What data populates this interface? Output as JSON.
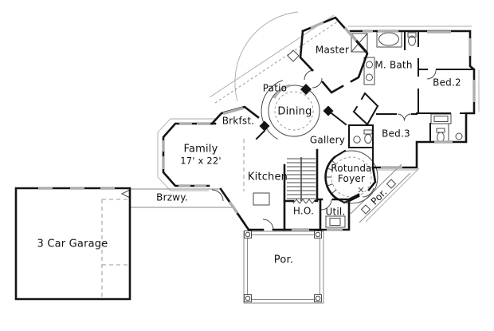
{
  "plan": {
    "rooms": {
      "master": {
        "label": "Master"
      },
      "m_bath": {
        "label": "M. Bath"
      },
      "bed2": {
        "label": "Bed.2"
      },
      "bed3": {
        "label": "Bed.3"
      },
      "patio": {
        "label": "Patio"
      },
      "dining": {
        "label": "Dining"
      },
      "brkfst": {
        "label": "Brkfst."
      },
      "gallery": {
        "label": "Gallery"
      },
      "family": {
        "label": "Family",
        "dimensions": "17' x 22'"
      },
      "kitchen": {
        "label": "Kitchen"
      },
      "rotunda_foyer": {
        "line1": "Rotunda",
        "line2": "Foyer"
      },
      "porch_front": {
        "label": "Por."
      },
      "porch_rear": {
        "label": "Por."
      },
      "breezeway": {
        "label": "Brzwy."
      },
      "home_office": {
        "label": "H.O."
      },
      "utility": {
        "label": "Util."
      },
      "garage": {
        "label": "3 Car Garage"
      }
    },
    "colors": {
      "wall": "#141414",
      "window": "#aeaeae",
      "thin": "#4a4a4a",
      "light": "#a8a8a8",
      "background": "#ffffff"
    }
  }
}
